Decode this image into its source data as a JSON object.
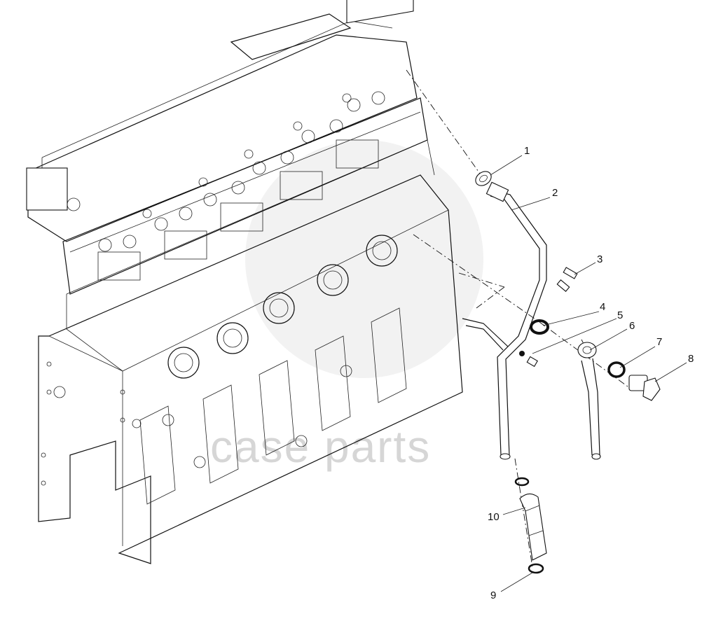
{
  "watermark": {
    "brand": "case parts",
    "color": "#d6d6d6"
  },
  "callouts": [
    {
      "id": "c1",
      "label": "1"
    },
    {
      "id": "c2",
      "label": "2"
    },
    {
      "id": "c3",
      "label": "3"
    },
    {
      "id": "c4",
      "label": "4"
    },
    {
      "id": "c5",
      "label": "5"
    },
    {
      "id": "c6",
      "label": "6"
    },
    {
      "id": "c7",
      "label": "7"
    },
    {
      "id": "c8",
      "label": "8"
    },
    {
      "id": "c9",
      "label": "9"
    },
    {
      "id": "c10",
      "label": "10"
    }
  ],
  "colors": {
    "line": "#111111",
    "background": "#ffffff"
  }
}
